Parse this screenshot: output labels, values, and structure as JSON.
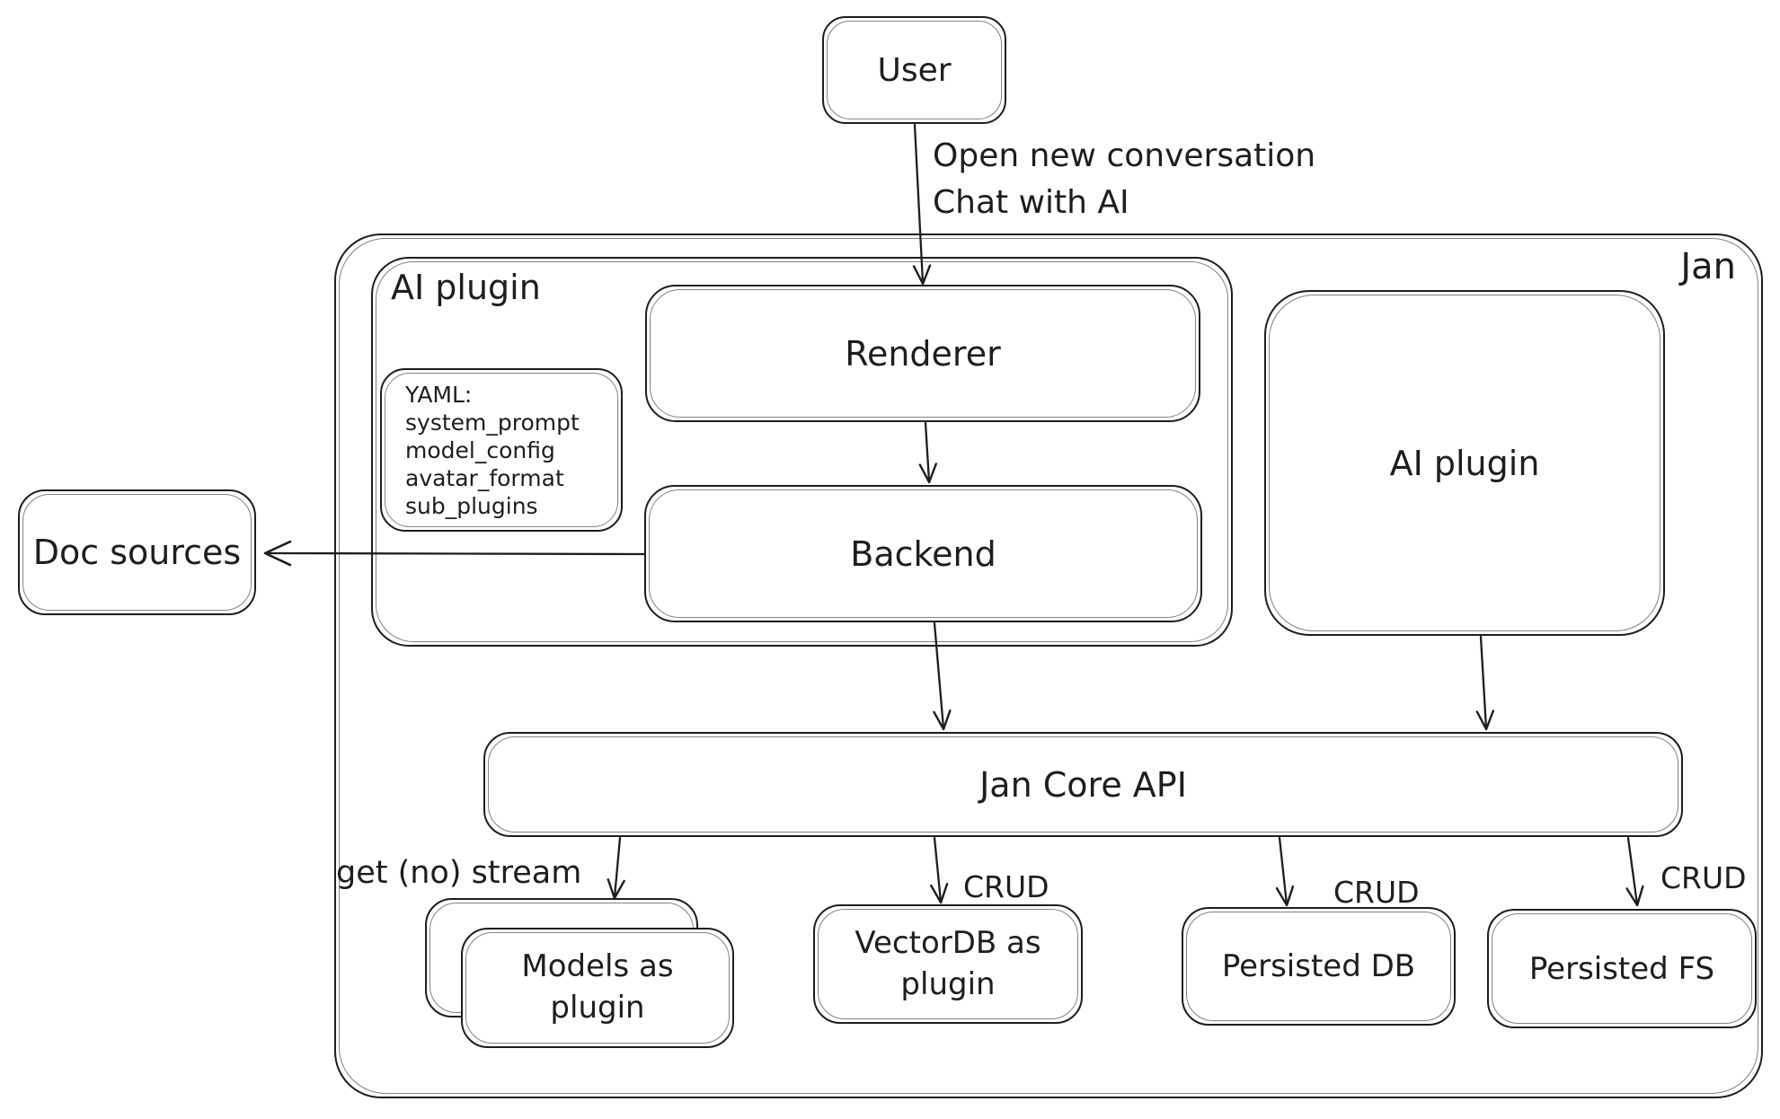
{
  "diagram": {
    "container_label": "Jan",
    "nodes": {
      "user": "User",
      "ai_plugin_group": "AI plugin",
      "renderer": "Renderer",
      "backend": "Backend",
      "ai_plugin_right": "AI plugin",
      "doc_sources": "Doc sources",
      "jan_core_api": "Jan Core API",
      "models_plugin": "Models as plugin",
      "vectordb_plugin": "VectorDB as plugin",
      "persisted_db": "Persisted DB",
      "persisted_fs": "Persisted FS"
    },
    "yaml_note": {
      "lines": [
        "YAML:",
        "system_prompt",
        "model_config",
        "avatar_format",
        "sub_plugins"
      ]
    },
    "edges": [
      {
        "from": "User",
        "to": "Renderer",
        "label_lines": [
          "Open new conversation",
          "Chat with AI"
        ]
      },
      {
        "from": "Renderer",
        "to": "Backend",
        "label": ""
      },
      {
        "from": "Backend",
        "to": "Doc sources",
        "label": ""
      },
      {
        "from": "Backend",
        "to": "Jan Core API",
        "label": ""
      },
      {
        "from": "AI plugin",
        "to": "Jan Core API",
        "label": ""
      },
      {
        "from": "Jan Core API",
        "to": "Models as plugin",
        "label": "get (no) stream"
      },
      {
        "from": "Jan Core API",
        "to": "VectorDB as plugin",
        "label": "CRUD"
      },
      {
        "from": "Jan Core API",
        "to": "Persisted DB",
        "label": "CRUD"
      },
      {
        "from": "Jan Core API",
        "to": "Persisted FS",
        "label": "CRUD"
      }
    ],
    "colors": {
      "stroke": "#1e1e1e",
      "background": "#ffffff"
    }
  }
}
